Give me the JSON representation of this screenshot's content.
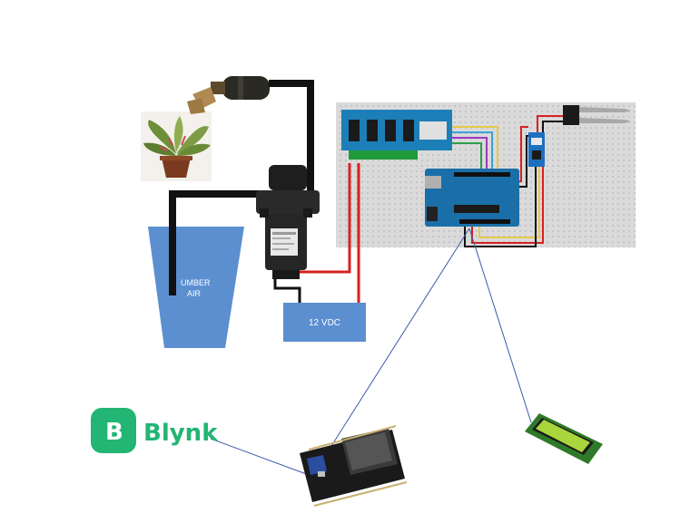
{
  "diagram": {
    "colors": {
      "water": "#5b8fd0",
      "psu": "#5b8fd0",
      "hose": "#111111",
      "wire_red": "#d82020",
      "wire_black": "#111111",
      "board_arduino": "#1b6fa8",
      "board_relay": "#1d7fb8",
      "link_line": "#3a5ba8",
      "blynk_green": "#22b573",
      "lcd_screen": "#a9d63b"
    },
    "nodes": {
      "plant": {
        "icon": "potted-plant-icon"
      },
      "sprinkler": {
        "icon": "sprinkler-nozzle-icon"
      },
      "bucket": {
        "label_line1": "UMBER",
        "label_line2": "AIR"
      },
      "pump": {
        "icon": "water-pump-icon"
      },
      "psu": {
        "label": "12 VDC"
      },
      "breadboard": {
        "icon": "breadboard-icon"
      },
      "relay": {
        "icon": "relay-module-icon",
        "channels": 4
      },
      "arduino": {
        "icon": "arduino-board-icon"
      },
      "moisture_module": {
        "icon": "sensor-module-icon"
      },
      "soil_probe": {
        "icon": "soil-moisture-probe-icon"
      },
      "blynk": {
        "logo_letter": "B",
        "label": "Blynk"
      },
      "esp32": {
        "icon": "esp32-board-icon"
      },
      "lcd": {
        "icon": "lcd-16x2-icon"
      }
    },
    "links": [
      {
        "from": "blynk",
        "to": "esp32"
      },
      {
        "from": "arduino",
        "to": "esp32"
      },
      {
        "from": "arduino",
        "to": "lcd"
      }
    ]
  }
}
